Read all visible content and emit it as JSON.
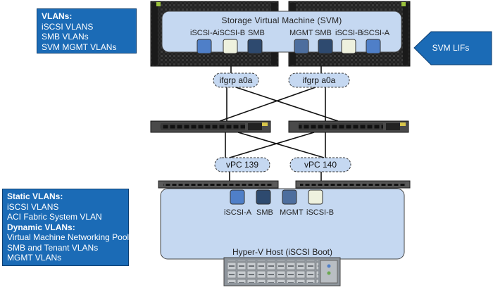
{
  "vlan_box": {
    "heading": "VLANs:",
    "lines": [
      "iSCSI VLANS",
      "SMB VLANs",
      "SVM MGMT VLANs"
    ]
  },
  "host_vlan_box": {
    "static_heading": "Static VLANs:",
    "static_lines": [
      "iSCSI VLANS",
      "ACI Fabric System VLAN"
    ],
    "dynamic_heading": "Dynamic VLANs:",
    "dynamic_lines": [
      "Virtual Machine Networking Pool",
      "SMB and Tenant VLANs",
      "MGMT VLANs"
    ]
  },
  "svm": {
    "title": "Storage Virtual Machine (SVM)",
    "left_lifs": [
      "iSCSI-A",
      "iSCSI-B",
      "SMB"
    ],
    "right_lifs": [
      "MGMT",
      "SMB",
      "iSCSI-B",
      "iSCSI-A"
    ]
  },
  "svm_lifs_callout": "SVM LIFs",
  "ifgrp": [
    "ifgrp a0a",
    "ifgrp a0a"
  ],
  "vpc": [
    "vPC 139",
    "vPC 140"
  ],
  "host": {
    "title": "Hyper-V Host (iSCSI Boot)",
    "ports": [
      "iSCSI-A",
      "SMB",
      "MGMT",
      "iSCSI-B"
    ]
  },
  "colors": {
    "iscsi_a": "#4f7fc8",
    "iscsi_b": "#eef1de",
    "smb": "#2e4a6f",
    "mgmt": "#4d6e9e",
    "svm_fill": "#c5d8f1",
    "info_fill": "#1b6bb6"
  }
}
